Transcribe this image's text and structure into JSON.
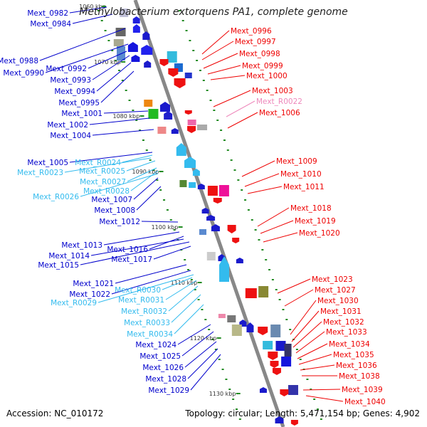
{
  "title": "Methylobacterium extorquens PA1, complete genome",
  "footer": {
    "accession": "Accession: NC_010172",
    "stats": "Topology: circular; Length: 5,471,154 bp; Genes: 4,902"
  },
  "colors": {
    "plus_strand_label": "#0000cc",
    "minus_strand_label": "#ee0000",
    "rna_plus_label": "#33bbee",
    "rna_minus_label": "#ee88bb",
    "backbone": "#888888",
    "tick": "#228b22"
  },
  "scale_ticks": [
    "1060 kbp",
    "1070 kbp",
    "1080 kbp",
    "1090 kbp",
    "1100 kbp",
    "1110 kbp",
    "1120 kbp",
    "1130 kbp"
  ],
  "left_labels": [
    {
      "text": "Mext_0982",
      "kind": "gene"
    },
    {
      "text": "Mext_0984",
      "kind": "gene"
    },
    {
      "text": "Mext_0988",
      "kind": "gene"
    },
    {
      "text": "Mext_0990",
      "kind": "gene"
    },
    {
      "text": "Mext_0992",
      "kind": "gene"
    },
    {
      "text": "Mext_0993",
      "kind": "gene"
    },
    {
      "text": "Mext_0994",
      "kind": "gene"
    },
    {
      "text": "Mext_0995",
      "kind": "gene"
    },
    {
      "text": "Mext_1001",
      "kind": "gene"
    },
    {
      "text": "Mext_1002",
      "kind": "gene"
    },
    {
      "text": "Mext_1004",
      "kind": "gene"
    },
    {
      "text": "Mext_1005",
      "kind": "gene"
    },
    {
      "text": "Mext_R0024",
      "kind": "rna"
    },
    {
      "text": "Mext_R0023",
      "kind": "rna"
    },
    {
      "text": "Mext_R0025",
      "kind": "rna"
    },
    {
      "text": "Mext_R0027",
      "kind": "rna"
    },
    {
      "text": "Mext_R0028",
      "kind": "rna"
    },
    {
      "text": "Mext_R0026",
      "kind": "rna"
    },
    {
      "text": "Mext_1007",
      "kind": "gene"
    },
    {
      "text": "Mext_1008",
      "kind": "gene"
    },
    {
      "text": "Mext_1012",
      "kind": "gene"
    },
    {
      "text": "Mext_1013",
      "kind": "gene"
    },
    {
      "text": "Mext_1016",
      "kind": "gene"
    },
    {
      "text": "Mext_1014",
      "kind": "gene"
    },
    {
      "text": "Mext_1017",
      "kind": "gene"
    },
    {
      "text": "Mext_1015",
      "kind": "gene"
    },
    {
      "text": "Mext_1021",
      "kind": "gene"
    },
    {
      "text": "Mext_1022",
      "kind": "gene"
    },
    {
      "text": "Mext_R0030",
      "kind": "rna"
    },
    {
      "text": "Mext_R0031",
      "kind": "rna"
    },
    {
      "text": "Mext_R0029",
      "kind": "rna"
    },
    {
      "text": "Mext_R0032",
      "kind": "rna"
    },
    {
      "text": "Mext_R0033",
      "kind": "rna"
    },
    {
      "text": "Mext_R0034",
      "kind": "rna"
    },
    {
      "text": "Mext_1024",
      "kind": "gene"
    },
    {
      "text": "Mext_1025",
      "kind": "gene"
    },
    {
      "text": "Mext_1026",
      "kind": "gene"
    },
    {
      "text": "Mext_1028",
      "kind": "gene"
    },
    {
      "text": "Mext_1029",
      "kind": "gene"
    }
  ],
  "right_labels": [
    {
      "text": "Mext_0996",
      "kind": "gene"
    },
    {
      "text": "Mext_0997",
      "kind": "gene"
    },
    {
      "text": "Mext_0998",
      "kind": "gene"
    },
    {
      "text": "Mext_0999",
      "kind": "gene"
    },
    {
      "text": "Mext_1000",
      "kind": "gene"
    },
    {
      "text": "Mext_1003",
      "kind": "gene"
    },
    {
      "text": "Mext_R0022",
      "kind": "rna"
    },
    {
      "text": "Mext_1006",
      "kind": "gene"
    },
    {
      "text": "Mext_1009",
      "kind": "gene"
    },
    {
      "text": "Mext_1010",
      "kind": "gene"
    },
    {
      "text": "Mext_1011",
      "kind": "gene"
    },
    {
      "text": "Mext_1018",
      "kind": "gene"
    },
    {
      "text": "Mext_1019",
      "kind": "gene"
    },
    {
      "text": "Mext_1020",
      "kind": "gene"
    },
    {
      "text": "Mext_1023",
      "kind": "gene"
    },
    {
      "text": "Mext_1027",
      "kind": "gene"
    },
    {
      "text": "Mext_1030",
      "kind": "gene"
    },
    {
      "text": "Mext_1031",
      "kind": "gene"
    },
    {
      "text": "Mext_1032",
      "kind": "gene"
    },
    {
      "text": "Mext_1033",
      "kind": "gene"
    },
    {
      "text": "Mext_1034",
      "kind": "gene"
    },
    {
      "text": "Mext_1035",
      "kind": "gene"
    },
    {
      "text": "Mext_1036",
      "kind": "gene"
    },
    {
      "text": "Mext_1038",
      "kind": "gene"
    },
    {
      "text": "Mext_1039",
      "kind": "gene"
    },
    {
      "text": "Mext_1040",
      "kind": "gene"
    }
  ]
}
